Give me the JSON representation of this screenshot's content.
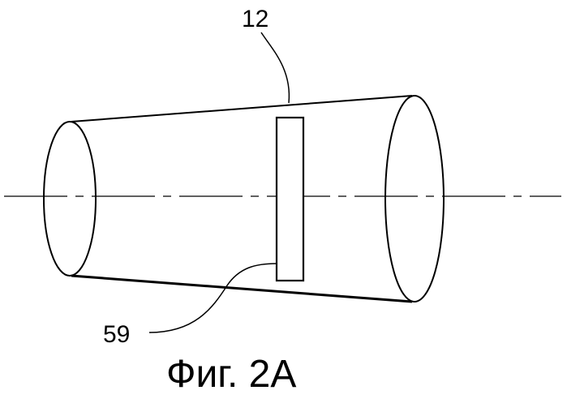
{
  "figure": {
    "caption": "Фиг. 2А",
    "labels": {
      "body": "12",
      "element": "59"
    }
  }
}
